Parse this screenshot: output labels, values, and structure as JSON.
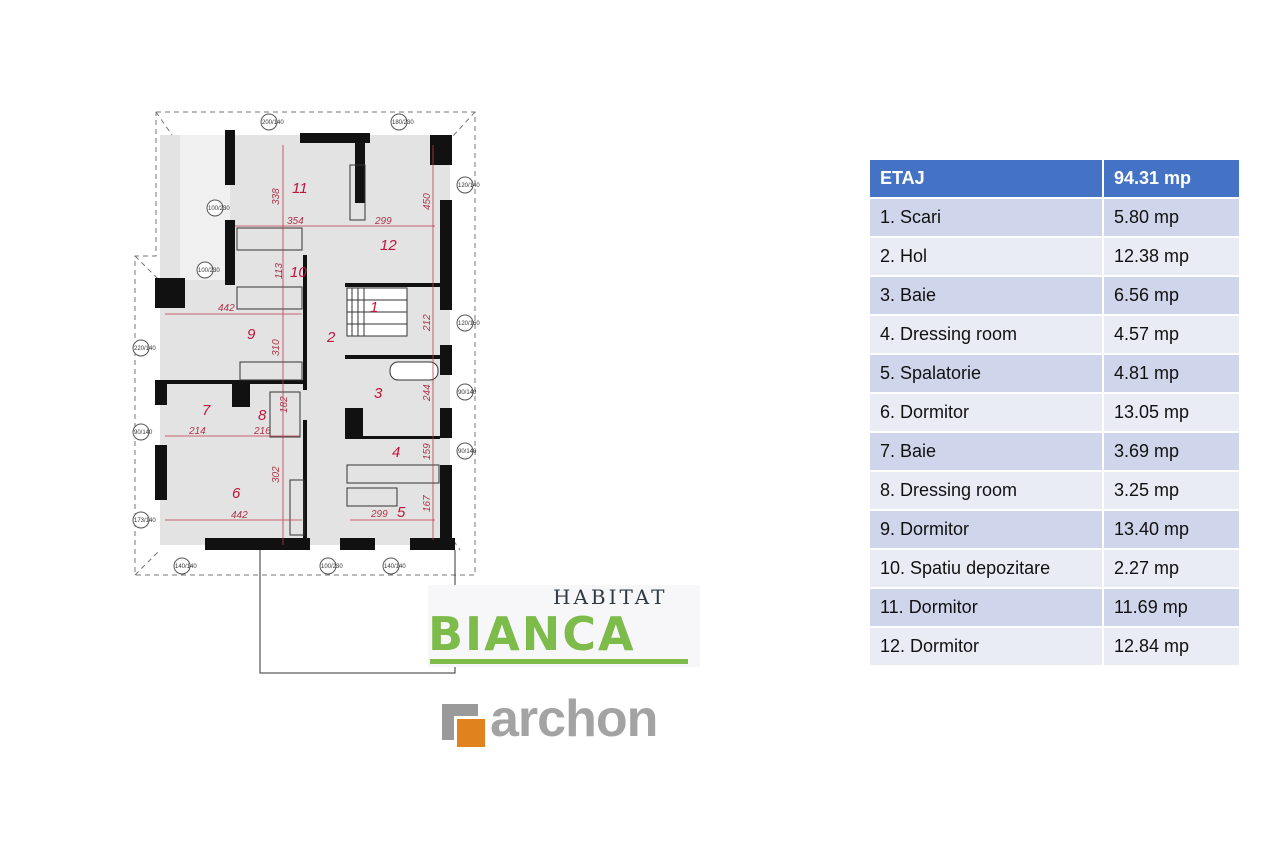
{
  "floor_plan": {
    "rooms": [
      "1",
      "2",
      "3",
      "4",
      "5",
      "6",
      "7",
      "8",
      "9",
      "10",
      "11",
      "12"
    ],
    "dimensions": [
      "338",
      "354",
      "299",
      "450",
      "113",
      "442",
      "310",
      "212",
      "244",
      "214",
      "216",
      "182",
      "159",
      "302",
      "442",
      "299",
      "167"
    ],
    "windows": [
      "200/140",
      "180/230",
      "120/140",
      "100/230",
      "100/230",
      "120/160",
      "220/140",
      "90/140",
      "90/140",
      "90/140",
      "173/140",
      "140/140",
      "100/230",
      "140/140"
    ]
  },
  "table": {
    "header": {
      "name": "ETAJ",
      "area": "94.31 mp"
    },
    "rows": [
      {
        "name": "1. Scari",
        "area": "5.80 mp"
      },
      {
        "name": "2. Hol",
        "area": "12.38 mp"
      },
      {
        "name": "3. Baie",
        "area": "6.56 mp"
      },
      {
        "name": "4. Dressing room",
        "area": "4.57 mp"
      },
      {
        "name": "5. Spalatorie",
        "area": "4.81 mp"
      },
      {
        "name": "6. Dormitor",
        "area": "13.05 mp"
      },
      {
        "name": "7. Baie",
        "area": "3.69 mp"
      },
      {
        "name": "8. Dressing room",
        "area": "3.25 mp"
      },
      {
        "name": "9. Dormitor",
        "area": "13.40 mp"
      },
      {
        "name": "10. Spatiu depozitare",
        "area": "2.27 mp"
      },
      {
        "name": "11. Dormitor",
        "area": "11.69 mp"
      },
      {
        "name": "12. Dormitor",
        "area": "12.84 mp"
      }
    ]
  },
  "logos": {
    "habitat_top": "HABITAT",
    "habitat_main": "BIANCA",
    "archon": "archon"
  },
  "colors": {
    "header": "#4472c4",
    "row_odd": "#cfd5ea",
    "row_even": "#e9ebf5",
    "bianca_green": "#7dbb4a",
    "archon_orange": "#e0821e"
  }
}
